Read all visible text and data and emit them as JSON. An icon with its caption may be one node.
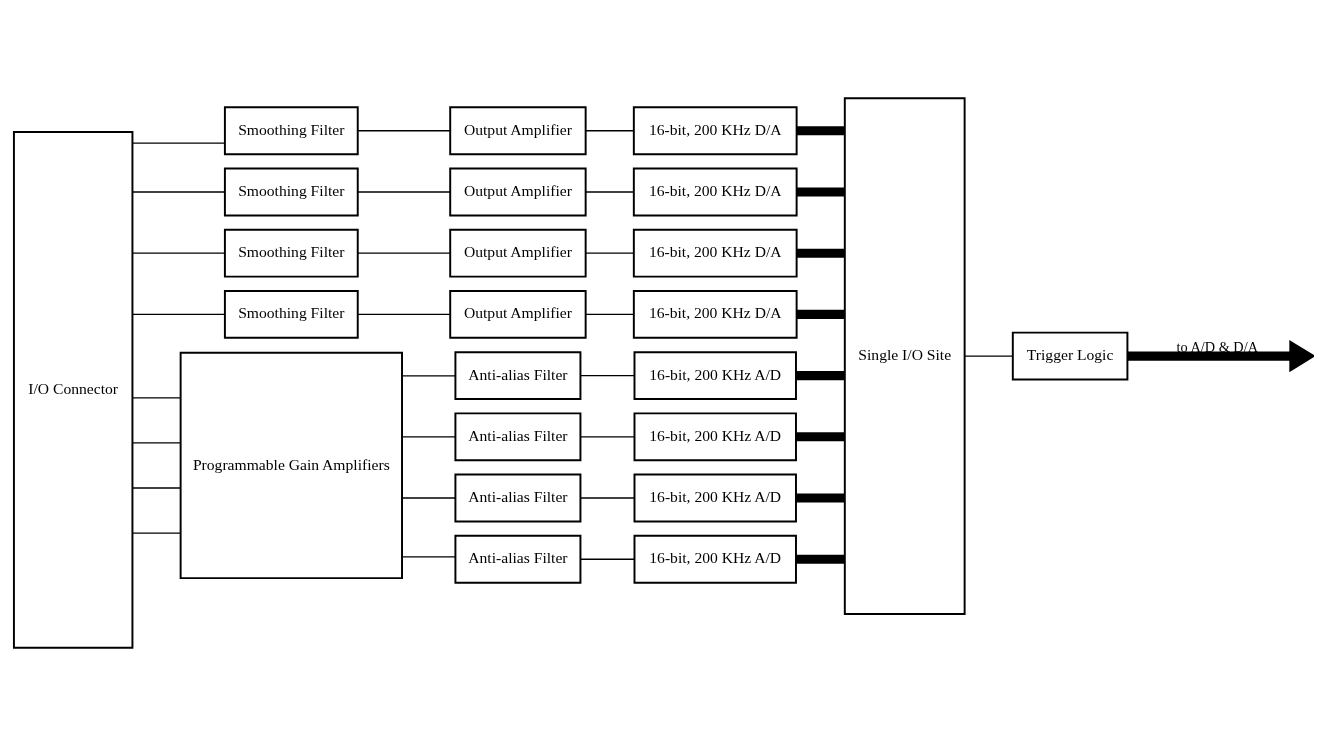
{
  "diagram": {
    "nodes": [
      {
        "text": [
          "I/O Connector"
        ]
      },
      {
        "text": [
          "Smoothing Filter"
        ]
      },
      {
        "text": [
          "Smoothing Filter"
        ]
      },
      {
        "text": [
          "Smoothing Filter"
        ]
      },
      {
        "text": [
          "Smoothing Filter"
        ]
      },
      {
        "text": [
          "Output Amplifier"
        ]
      },
      {
        "text": [
          "Output Amplifier"
        ]
      },
      {
        "text": [
          "Output Amplifier"
        ]
      },
      {
        "text": [
          "Output Amplifier"
        ]
      },
      {
        "text": [
          "16-bit, 200 KHz D/A"
        ]
      },
      {
        "text": [
          "16-bit, 200 KHz D/A"
        ]
      },
      {
        "text": [
          "16-bit, 200 KHz D/A"
        ]
      },
      {
        "text": [
          "16-bit, 200 KHz D/A"
        ]
      },
      {
        "text": [
          "Programmable Gain Amplifiers"
        ]
      },
      {
        "text": [
          "Anti-alias Filter"
        ]
      },
      {
        "text": [
          "Anti-alias Filter"
        ]
      },
      {
        "text": [
          "Anti-alias Filter"
        ]
      },
      {
        "text": [
          "Anti-alias Filter"
        ]
      },
      {
        "text": [
          "16-bit, 200 KHz A/D"
        ]
      },
      {
        "text": [
          "16-bit, 200 KHz A/D"
        ]
      },
      {
        "text": [
          "16-bit, 200 KHz A/D"
        ]
      },
      {
        "text": [
          "16-bit, 200 KHz A/D"
        ]
      },
      {
        "text": [
          "Single I/O Site"
        ]
      },
      {
        "text": [
          "Trigger Logic"
        ]
      }
    ],
    "edges": [
      {
        "from": 0,
        "to": 1,
        "arrow": "none"
      },
      {
        "from": 0,
        "to": 2,
        "arrow": "none"
      },
      {
        "from": 0,
        "to": 3,
        "arrow": "none"
      },
      {
        "from": 0,
        "to": 4,
        "arrow": "none"
      },
      {
        "from": 1,
        "to": 5,
        "arrow": "none"
      },
      {
        "from": 2,
        "to": 6,
        "arrow": "none"
      },
      {
        "from": 3,
        "to": 7,
        "arrow": "none"
      },
      {
        "from": 4,
        "to": 8,
        "arrow": "none"
      },
      {
        "from": 5,
        "to": 9,
        "arrow": "none"
      },
      {
        "from": 6,
        "to": 10,
        "arrow": "none"
      },
      {
        "from": 7,
        "to": 11,
        "arrow": "none"
      },
      {
        "from": 8,
        "to": 12,
        "arrow": "none"
      },
      {
        "from": 9,
        "to": 22,
        "arrow": "none",
        "style": "thick"
      },
      {
        "from": 10,
        "to": 22,
        "arrow": "none",
        "style": "thick"
      },
      {
        "from": 11,
        "to": 22,
        "arrow": "none",
        "style": "thick"
      },
      {
        "from": 12,
        "to": 22,
        "arrow": "none",
        "style": "thick"
      },
      {
        "from": 0,
        "to": 13,
        "arrow": "none"
      },
      {
        "from": 0,
        "to": 13,
        "arrow": "none"
      },
      {
        "from": 0,
        "to": 13,
        "arrow": "none"
      },
      {
        "from": 0,
        "to": 13,
        "arrow": "none"
      },
      {
        "from": 13,
        "to": 14,
        "arrow": "none"
      },
      {
        "from": 13,
        "to": 15,
        "arrow": "none"
      },
      {
        "from": 13,
        "to": 16,
        "arrow": "none"
      },
      {
        "from": 13,
        "to": 17,
        "arrow": "none"
      },
      {
        "from": 14,
        "to": 18,
        "arrow": "none"
      },
      {
        "from": 15,
        "to": 19,
        "arrow": "none"
      },
      {
        "from": 16,
        "to": 20,
        "arrow": "none"
      },
      {
        "from": 17,
        "to": 21,
        "arrow": "none"
      },
      {
        "from": 18,
        "to": 22,
        "arrow": "none",
        "style": "thick"
      },
      {
        "from": 19,
        "to": 22,
        "arrow": "none",
        "style": "thick"
      },
      {
        "from": 20,
        "to": 22,
        "arrow": "none",
        "style": "thick"
      },
      {
        "from": 21,
        "to": 22,
        "arrow": "none",
        "style": "thick"
      },
      {
        "from": 22,
        "to": 23,
        "arrow": "none"
      },
      {
        "from": 23,
        "to": null,
        "arrow": "to",
        "style": "thick",
        "label": "to A/D & D/A"
      }
    ]
  }
}
